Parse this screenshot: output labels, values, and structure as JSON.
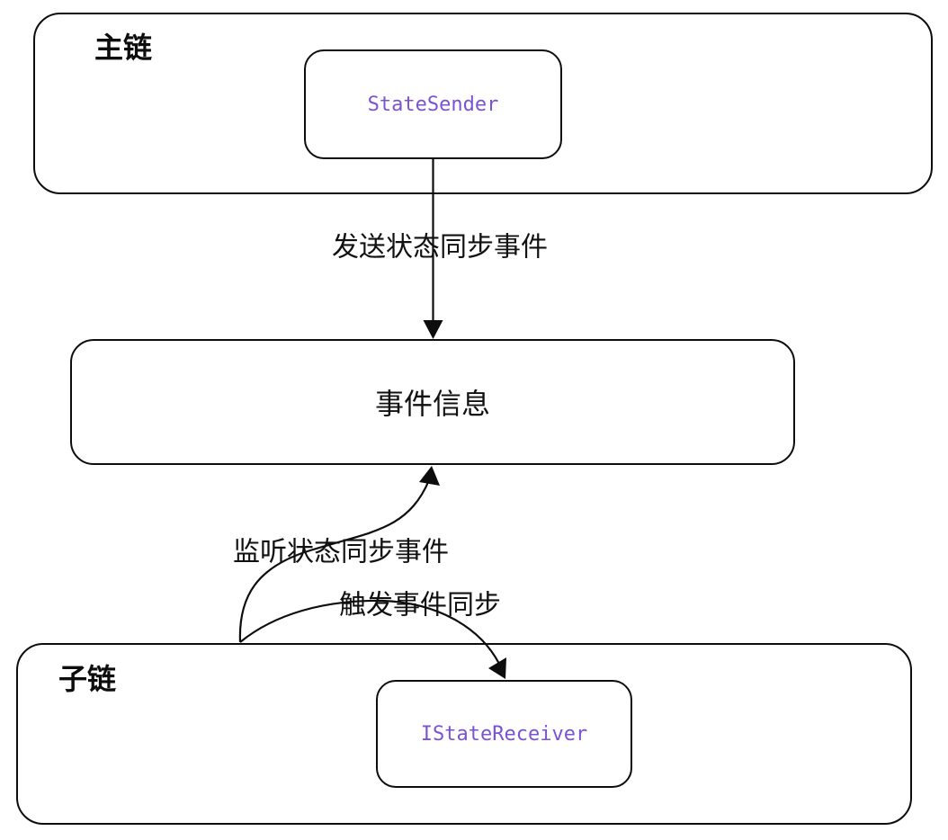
{
  "diagram": {
    "title_hint": "state-sync-flow",
    "background": "#ffffff",
    "stroke_color": "#0d0d0d",
    "code_text_color": "#7b52d6",
    "nodes": {
      "main_chain": "主链",
      "state_sender": "StateSender",
      "event_info": "事件信息",
      "child_chain": "子链",
      "istate_receiver": "IStateReceiver"
    },
    "edges": {
      "send": "发送状态同步事件",
      "listen": "监听状态同步事件",
      "trigger": "触发事件同步"
    }
  }
}
